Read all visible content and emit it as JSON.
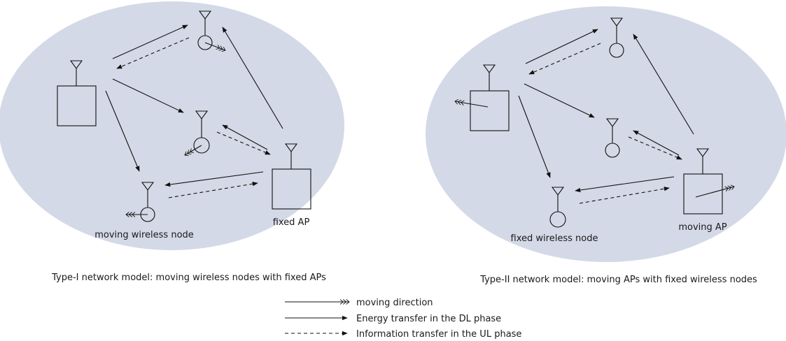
{
  "panels": [
    {
      "node_label": "moving wireless node",
      "ap_label": "fixed AP",
      "caption": "Type-I network model: moving wireless nodes with fixed APs"
    },
    {
      "node_label": "fixed wireless node",
      "ap_label": "moving AP",
      "caption": "Type-II network model: moving APs with fixed wireless nodes"
    }
  ],
  "legend": {
    "moving": "moving direction",
    "energy": "Energy transfer in the DL phase",
    "info": "Information transfer in the UL phase"
  },
  "colors": {
    "region_fill": "#d3d9e6",
    "stroke": "#111111"
  }
}
